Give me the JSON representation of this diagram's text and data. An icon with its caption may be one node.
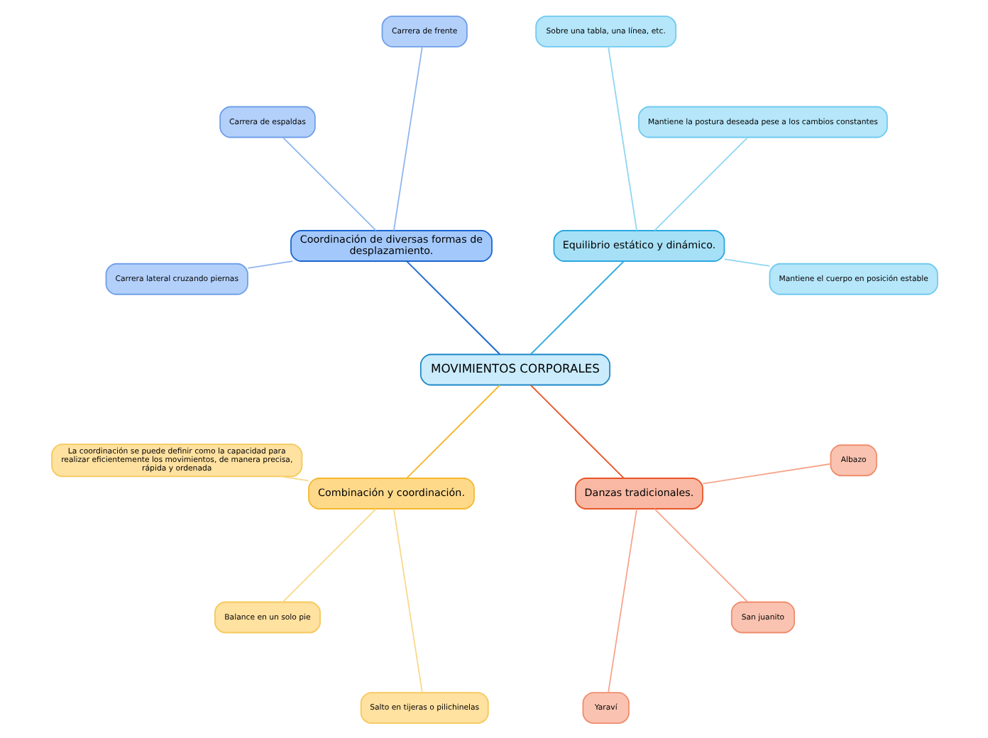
{
  "diagram": {
    "nodes": [
      {
        "text": [
          "MOVIMIENTOS CORPORALES"
        ]
      },
      {
        "text": [
          "Equilibrio estático y dinámico."
        ]
      },
      {
        "text": [
          "Mantiene el cuerpo en posición estable"
        ]
      },
      {
        "text": [
          "Mantiene la postura deseada pese a los cambios constantes"
        ]
      },
      {
        "text": [
          "Sobre una tabla, una línea, etc."
        ]
      },
      {
        "text": [
          "Coordinación de diversas formas de desplazamiento."
        ]
      },
      {
        "text": [
          "Carrera de frente"
        ]
      },
      {
        "text": [
          "Carrera de espaldas"
        ]
      },
      {
        "text": [
          "Carrera lateral cruzando piernas"
        ]
      },
      {
        "text": [
          "Combinación y coordinación."
        ]
      },
      {
        "text": [
          "La coordinación se puede definir como la capacidad para realizar eficientemente los movimientos, de manera precisa, rápida y ordenada"
        ]
      },
      {
        "text": [
          "Balance en un solo pie"
        ]
      },
      {
        "text": [
          "Salto en tijeras o pilichinelas"
        ]
      },
      {
        "text": [
          "Danzas tradicionales."
        ]
      },
      {
        "text": [
          "Yaraví"
        ]
      },
      {
        "text": [
          "San juanito"
        ]
      },
      {
        "text": [
          "Albazo"
        ]
      }
    ],
    "edges": [
      {
        "from": 0,
        "to": 1,
        "arrow": "none",
        "color": "#29a8e0"
      },
      {
        "from": 1,
        "to": 2,
        "arrow": "none",
        "color": "#8fd6f3"
      },
      {
        "from": 1,
        "to": 3,
        "arrow": "none",
        "color": "#8fd6f3"
      },
      {
        "from": 1,
        "to": 4,
        "arrow": "none",
        "color": "#8fd6f3"
      },
      {
        "from": 0,
        "to": 5,
        "arrow": "none",
        "color": "#1a66d0"
      },
      {
        "from": 5,
        "to": 6,
        "arrow": "none",
        "color": "#8fb6ef"
      },
      {
        "from": 5,
        "to": 7,
        "arrow": "none",
        "color": "#8fb6ef"
      },
      {
        "from": 5,
        "to": 8,
        "arrow": "none",
        "color": "#8fb6ef"
      },
      {
        "from": 0,
        "to": 9,
        "arrow": "none",
        "color": "#f5b82e"
      },
      {
        "from": 9,
        "to": 10,
        "arrow": "none",
        "color": "#f9d88a"
      },
      {
        "from": 9,
        "to": 11,
        "arrow": "none",
        "color": "#f9d88a"
      },
      {
        "from": 9,
        "to": 12,
        "arrow": "none",
        "color": "#f9d88a"
      },
      {
        "from": 0,
        "to": 13,
        "arrow": "none",
        "color": "#e8552a"
      },
      {
        "from": 13,
        "to": 14,
        "arrow": "none",
        "color": "#f6a58b"
      },
      {
        "from": 13,
        "to": 15,
        "arrow": "none",
        "color": "#f6a58b"
      },
      {
        "from": 13,
        "to": 16,
        "arrow": "none",
        "color": "#f6a58b"
      }
    ]
  }
}
